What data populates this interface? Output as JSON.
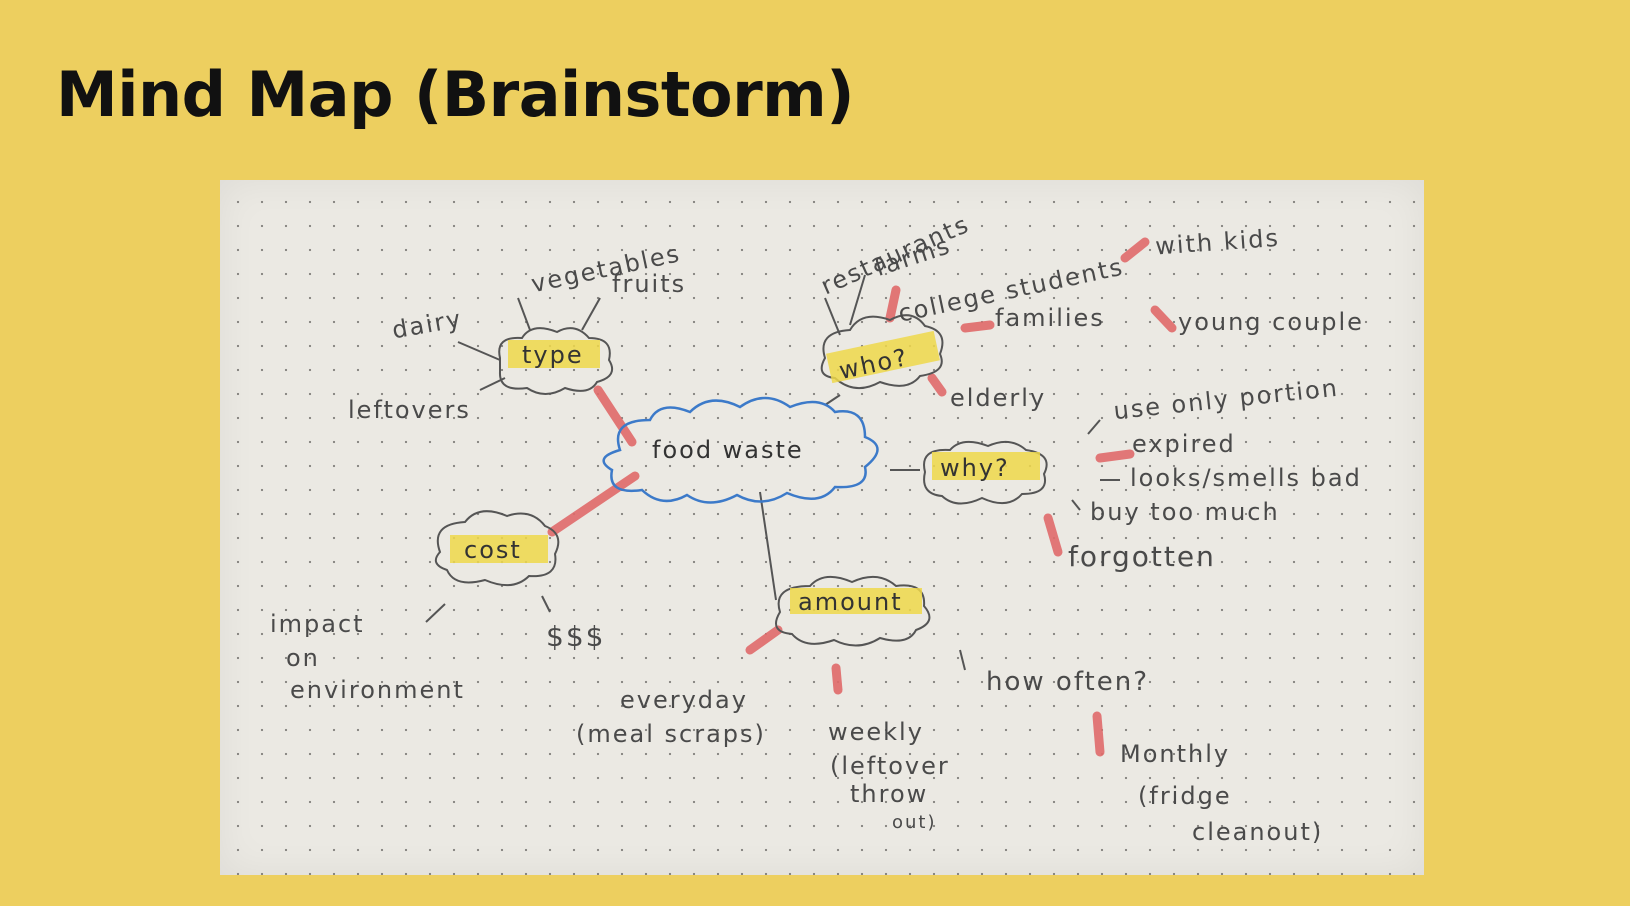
{
  "slide": {
    "title": "Mind Map (Brainstorm)"
  },
  "mindmap": {
    "center": "food waste",
    "nodes": {
      "type": "type",
      "who": "who?",
      "why": "why?",
      "cost": "cost",
      "amount": "amount"
    },
    "type_branches": [
      "vegetables",
      "fruits",
      "dairy",
      "leftovers"
    ],
    "who_branches": [
      "restaurants",
      "farms",
      "college students",
      "families",
      "with kids",
      "young couple",
      "elderly"
    ],
    "why_branches": [
      "use only portion",
      "expired",
      "looks/smells bad",
      "buy too much",
      "forgotten"
    ],
    "cost_branches": [
      "impact",
      "on",
      "environment",
      "$$$"
    ],
    "amount_branches": {
      "everyday": [
        "everyday",
        "(meal scraps)"
      ],
      "weekly": [
        "weekly",
        "(leftover",
        "throw",
        "out)"
      ],
      "how_often": "how often?",
      "monthly": [
        "Monthly",
        "(fridge",
        "cleanout)"
      ]
    }
  },
  "colors": {
    "background": "#EDCF5F",
    "paper": "#ebe9e3",
    "highlight_yellow": "#EFD84A",
    "highlight_red": "#E06A6A",
    "ink_blue": "#3C7AC9",
    "pencil": "#4a4a4a"
  }
}
